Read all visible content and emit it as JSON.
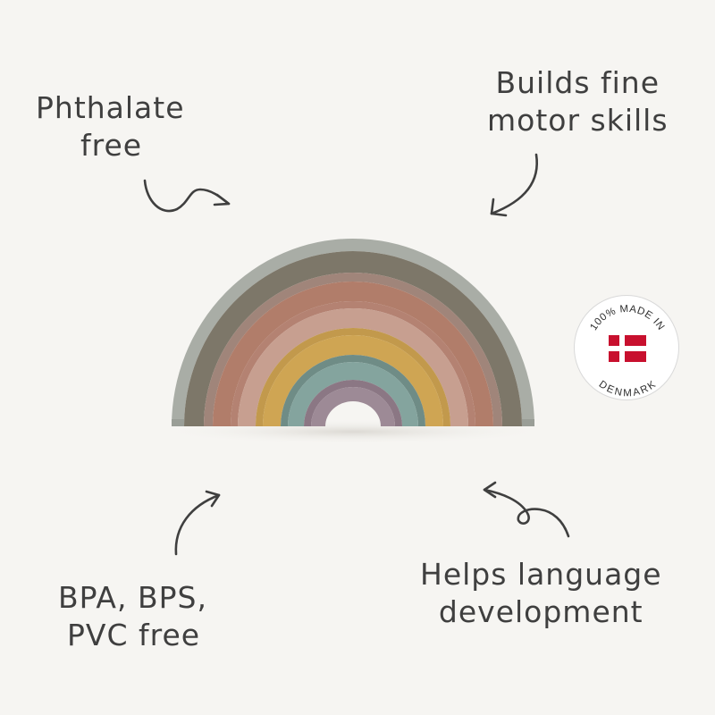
{
  "notes": {
    "top_left": {
      "line1": "Phthalate",
      "line2": "free"
    },
    "top_right": {
      "line1": "Builds fine",
      "line2": "motor skills"
    },
    "bottom_left": {
      "line1": "BPA, BPS,",
      "line2": "PVC free"
    },
    "bottom_right": {
      "line1": "Helps language",
      "line2": "development"
    }
  },
  "badge": {
    "top_text": "100% MADE IN",
    "bottom_text": "DENMARK",
    "flag_red": "#c8102e",
    "flag_cross": "#ffffff"
  },
  "product": {
    "arch_colors": [
      "#a9ada6",
      "#7d7769",
      "#b17d6a",
      "#c79f90",
      "#cfa553",
      "#84a49e",
      "#9d8a96"
    ]
  },
  "palette": {
    "background": "#f6f5f2",
    "ink": "#3f3f3f"
  }
}
